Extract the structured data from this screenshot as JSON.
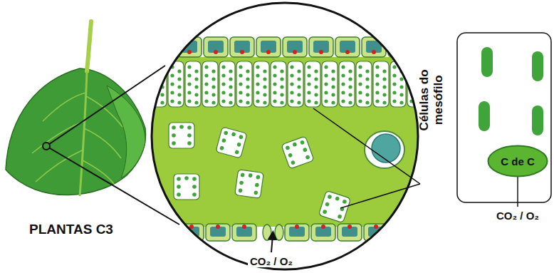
{
  "diagram": {
    "nodes": [
      {
        "text": [
          "C de C"
        ]
      }
    ],
    "labels": [
      "PLANTAS C3",
      "Células do mesófilo",
      "CO₂ / O₂",
      "CO₂ / O₂"
    ]
  }
}
